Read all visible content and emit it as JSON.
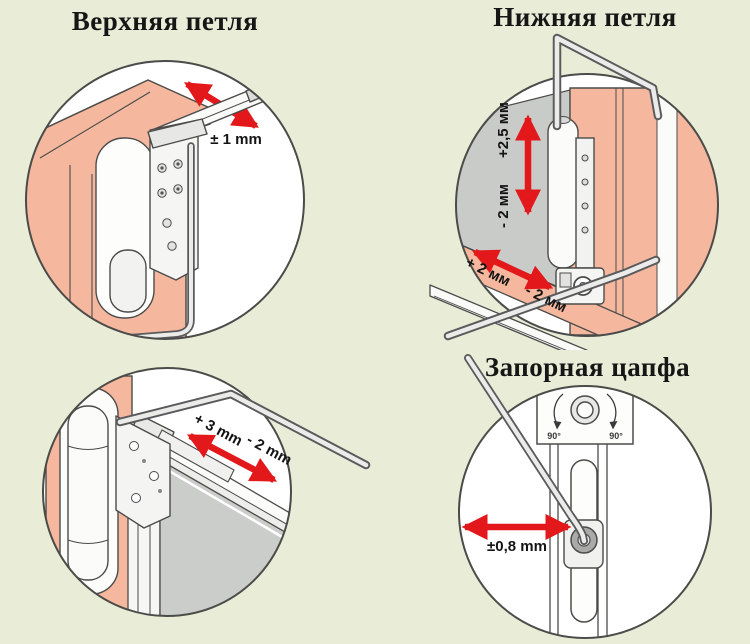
{
  "titles": {
    "upper_hinge": "Верхняя петля",
    "lower_hinge": "Нижняя петля",
    "locking_cam": "Запорная цапфа"
  },
  "labels": {
    "upper_hinge": {
      "lateral": "± 1 mm"
    },
    "lower_hinge": {
      "vertical_plus": "+2,5 мм",
      "vertical_minus": "- 2 мм",
      "lateral_plus": "+ 2 мм",
      "lateral_minus": "- 2 мм"
    },
    "bottom_hinge_side": {
      "plus": "+ 3 mm",
      "minus": "- 2 mm"
    },
    "locking_cam": {
      "range": "±0,8 mm",
      "rot_left": "90°",
      "rot_right": "90°"
    }
  },
  "colors": {
    "background": "#e9ecd6",
    "frame_salmon": "#f5b89f",
    "outline": "#4b4b49",
    "gray_panel": "#c9cbc8",
    "arrow_red": "#e2181b",
    "metal_light": "#f5f5f3",
    "text": "#141414"
  }
}
